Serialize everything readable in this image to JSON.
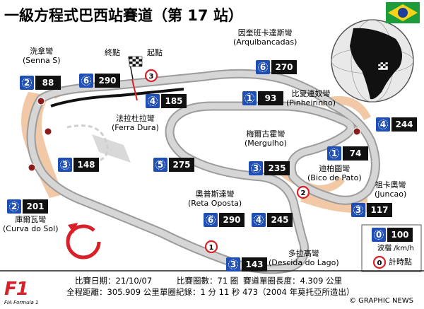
{
  "title": "一級方程式巴西站賽道（第 17 站）",
  "labels": {
    "start_finish": "終點",
    "start": "起點",
    "senna_zh": "洗拿彎",
    "senna_en": "(Senna S)",
    "arqui_zh": "因奎班卡達斯彎",
    "arqui_en": "(Arquibancadas)",
    "pinheirinho_zh": "比夏連奴彎",
    "pinheirinho_en": "(Pinheirinho)",
    "ferradura_zh": "法拉杜拉彎",
    "ferradura_en": "(Ferra Dura)",
    "mergulho_zh": "梅爾古霍彎",
    "mergulho_en": "(Mergulho)",
    "bicodepato_zh": "迪柏圖彎",
    "bicodepato_en": "(Bico de Pato)",
    "juncao_zh": "祖卡奧彎",
    "juncao_en": "(Juncao)",
    "retaoposta_zh": "奧普斯達彎",
    "retaoposta_en": "(Reta Oposta)",
    "curvadosol_zh": "庫爾瓦彎",
    "curvadosol_en": "(Curva do Sol)",
    "descida_zh": "多拉高彎",
    "descida_en": "(Descida do Lago)"
  },
  "gear_boxes": [
    {
      "id": "senna-a",
      "gear": "2",
      "speed": "88"
    },
    {
      "id": "senna-b",
      "gear": "6",
      "speed": "290"
    },
    {
      "id": "arqui",
      "gear": "6",
      "speed": "270"
    },
    {
      "id": "ferradura-a",
      "gear": "4",
      "speed": "185"
    },
    {
      "id": "pinheirinho",
      "gear": "1",
      "speed": "93"
    },
    {
      "id": "juncao-top",
      "gear": "4",
      "speed": "244"
    },
    {
      "id": "bicodepato",
      "gear": "1",
      "speed": "74"
    },
    {
      "id": "mergulho",
      "gear": "3",
      "speed": "235"
    },
    {
      "id": "left-mid",
      "gear": "3",
      "speed": "148"
    },
    {
      "id": "ferradura-b",
      "gear": "5",
      "speed": "275"
    },
    {
      "id": "curvadosol",
      "gear": "2",
      "speed": "201"
    },
    {
      "id": "retaoposta-a",
      "gear": "6",
      "speed": "290"
    },
    {
      "id": "retaoposta-b",
      "gear": "4",
      "speed": "245"
    },
    {
      "id": "juncao",
      "gear": "3",
      "speed": "117"
    },
    {
      "id": "descida",
      "gear": "3",
      "speed": "143"
    }
  ],
  "timing_points": [
    "3",
    "2",
    "1"
  ],
  "legend": {
    "gear": "0",
    "speed": "100",
    "gear_speed_label": "波檔 /km/h",
    "timing_number": "0",
    "timing_label": "計時點"
  },
  "footer": {
    "race_date": "比賽日期：21/10/07",
    "laps": "比賽圈數：71 圈",
    "lap_length": "賽道單圈長度：4.309 公里",
    "race_distance": "全程距離：305.909 公里",
    "lap_record": "單圈紀錄：1 分 11 秒 473（2004 年莫托亞所造出）",
    "credit": "© GRAPHIC NEWS",
    "f1_logo": "F1",
    "f1_logo_sub": "FIA Formula 1"
  },
  "colors": {
    "gear_blue": "#1f4fb4",
    "track_gray": "#b9b9b9",
    "runoff_orange": "#f2c9a6",
    "timing_red": "#d8202a",
    "brazil_green": "#1e9b3a",
    "brazil_yellow": "#f7d417",
    "brazil_blue": "#1d3f9a"
  }
}
